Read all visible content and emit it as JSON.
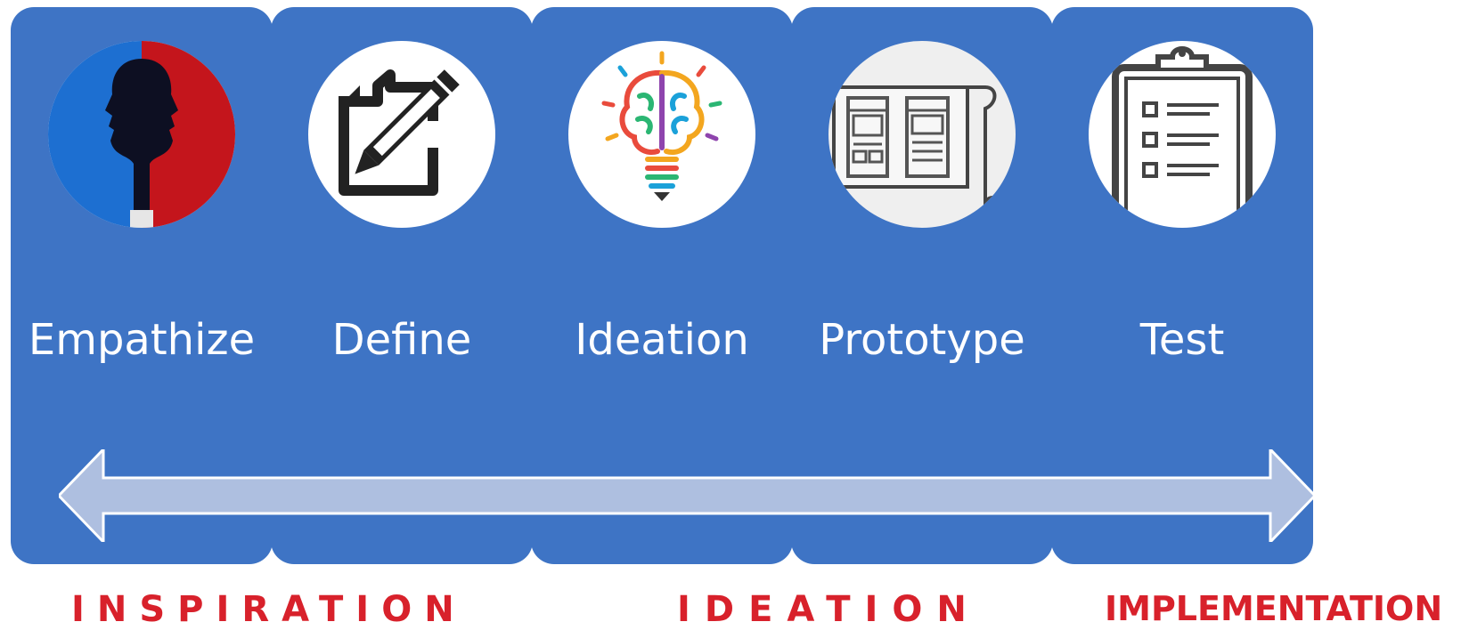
{
  "stages": [
    {
      "label": "Empathize",
      "icon": "two-faces-icon"
    },
    {
      "label": "Define",
      "icon": "document-pencil-icon"
    },
    {
      "label": "Ideation",
      "icon": "brain-lightbulb-icon"
    },
    {
      "label": "Prototype",
      "icon": "wireframe-blueprint-icon"
    },
    {
      "label": "Test",
      "icon": "clipboard-checklist-icon"
    }
  ],
  "phases": {
    "inspiration": "INSPIRATION",
    "ideation": "IDEATION",
    "implementation": "IMPLEMENTATION"
  },
  "colors": {
    "card": "#3e74c5",
    "arrow": "#aebfe0",
    "phase_text": "#d8212b",
    "label_text": "#ffffff"
  }
}
